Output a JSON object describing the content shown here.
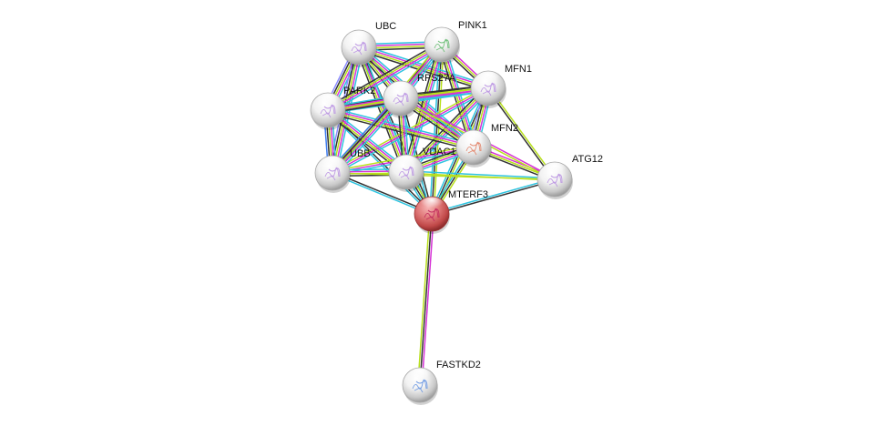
{
  "diagram": {
    "type": "protein-interaction-network",
    "edge_colors": {
      "neighborhood": "#2ec4e0",
      "experiments": "#d633d6",
      "textmining": "#b8e01c",
      "coexpression": "#333333",
      "databases": "#3d7cf0",
      "homology": "#8c8cff"
    },
    "nodes": [
      {
        "id": "UBC",
        "label": "UBC",
        "query": false,
        "structure": "#b58be0"
      },
      {
        "id": "PINK1",
        "label": "PINK1",
        "query": false,
        "structure": "#5fb86b"
      },
      {
        "id": "MFN1",
        "label": "MFN1",
        "query": false,
        "structure": "#b58be0"
      },
      {
        "id": "PARK2",
        "label": "PARK2",
        "query": false,
        "structure": "#b58be0"
      },
      {
        "id": "RPS27A",
        "label": "RPS27A",
        "query": false,
        "structure": "#b58be0"
      },
      {
        "id": "MFN2",
        "label": "MFN2",
        "query": false,
        "structure": "#e07b5f"
      },
      {
        "id": "UBB",
        "label": "UBB",
        "query": false,
        "structure": "#b58be0"
      },
      {
        "id": "VDAC1",
        "label": "VDAC1",
        "query": false,
        "structure": "#b58be0"
      },
      {
        "id": "ATG12",
        "label": "ATG12",
        "query": false,
        "structure": "#b58be0"
      },
      {
        "id": "MTERF3",
        "label": "MTERF3",
        "query": true,
        "structure": "#c0245a"
      },
      {
        "id": "FASTKD2",
        "label": "FASTKD2",
        "query": false,
        "structure": "#5f8fe0"
      }
    ],
    "edges": [
      {
        "a": "MTERF3",
        "b": "FASTKD2",
        "types": [
          "experiments",
          "coexpression",
          "textmining"
        ]
      },
      {
        "a": "MTERF3",
        "b": "UBC",
        "types": [
          "neighborhood",
          "coexpression"
        ]
      },
      {
        "a": "MTERF3",
        "b": "PINK1",
        "types": [
          "neighborhood",
          "coexpression",
          "textmining"
        ]
      },
      {
        "a": "MTERF3",
        "b": "MFN1",
        "types": [
          "neighborhood",
          "coexpression",
          "textmining"
        ]
      },
      {
        "a": "MTERF3",
        "b": "PARK2",
        "types": [
          "neighborhood",
          "coexpression"
        ]
      },
      {
        "a": "MTERF3",
        "b": "RPS27A",
        "types": [
          "neighborhood",
          "coexpression"
        ]
      },
      {
        "a": "MTERF3",
        "b": "MFN2",
        "types": [
          "neighborhood",
          "coexpression",
          "textmining"
        ]
      },
      {
        "a": "MTERF3",
        "b": "UBB",
        "types": [
          "neighborhood",
          "coexpression"
        ]
      },
      {
        "a": "MTERF3",
        "b": "VDAC1",
        "types": [
          "neighborhood",
          "coexpression",
          "textmining"
        ]
      },
      {
        "a": "MTERF3",
        "b": "ATG12",
        "types": [
          "neighborhood",
          "coexpression"
        ]
      },
      {
        "a": "UBC",
        "b": "PINK1",
        "types": [
          "neighborhood",
          "experiments",
          "textmining",
          "coexpression"
        ]
      },
      {
        "a": "UBC",
        "b": "MFN1",
        "types": [
          "neighborhood",
          "experiments",
          "textmining",
          "coexpression"
        ]
      },
      {
        "a": "UBC",
        "b": "PARK2",
        "types": [
          "neighborhood",
          "experiments",
          "textmining",
          "coexpression",
          "homology"
        ]
      },
      {
        "a": "UBC",
        "b": "RPS27A",
        "types": [
          "neighborhood",
          "experiments",
          "textmining",
          "coexpression"
        ]
      },
      {
        "a": "UBC",
        "b": "MFN2",
        "types": [
          "neighborhood",
          "experiments",
          "textmining",
          "coexpression"
        ]
      },
      {
        "a": "UBC",
        "b": "UBB",
        "types": [
          "neighborhood",
          "experiments",
          "textmining",
          "coexpression",
          "homology"
        ]
      },
      {
        "a": "UBC",
        "b": "VDAC1",
        "types": [
          "neighborhood",
          "experiments",
          "textmining",
          "coexpression"
        ]
      },
      {
        "a": "PINK1",
        "b": "MFN1",
        "types": [
          "experiments",
          "textmining",
          "coexpression"
        ]
      },
      {
        "a": "PINK1",
        "b": "PARK2",
        "types": [
          "neighborhood",
          "experiments",
          "textmining",
          "coexpression"
        ]
      },
      {
        "a": "PINK1",
        "b": "RPS27A",
        "types": [
          "neighborhood",
          "experiments",
          "textmining",
          "coexpression"
        ]
      },
      {
        "a": "PINK1",
        "b": "MFN2",
        "types": [
          "neighborhood",
          "experiments",
          "textmining",
          "coexpression"
        ]
      },
      {
        "a": "PINK1",
        "b": "UBB",
        "types": [
          "neighborhood",
          "experiments",
          "textmining"
        ]
      },
      {
        "a": "PINK1",
        "b": "VDAC1",
        "types": [
          "neighborhood",
          "experiments",
          "textmining",
          "coexpression"
        ]
      },
      {
        "a": "MFN1",
        "b": "PARK2",
        "types": [
          "neighborhood",
          "experiments",
          "textmining",
          "coexpression"
        ]
      },
      {
        "a": "MFN1",
        "b": "RPS27A",
        "types": [
          "neighborhood",
          "experiments",
          "textmining",
          "coexpression"
        ]
      },
      {
        "a": "MFN1",
        "b": "MFN2",
        "types": [
          "neighborhood",
          "experiments",
          "textmining",
          "coexpression",
          "homology"
        ]
      },
      {
        "a": "MFN1",
        "b": "UBB",
        "types": [
          "neighborhood",
          "experiments",
          "textmining"
        ]
      },
      {
        "a": "MFN1",
        "b": "VDAC1",
        "types": [
          "neighborhood",
          "experiments",
          "textmining",
          "coexpression"
        ]
      },
      {
        "a": "MFN1",
        "b": "ATG12",
        "types": [
          "textmining",
          "coexpression"
        ]
      },
      {
        "a": "PARK2",
        "b": "RPS27A",
        "types": [
          "neighborhood",
          "experiments",
          "textmining",
          "coexpression"
        ]
      },
      {
        "a": "PARK2",
        "b": "MFN2",
        "types": [
          "neighborhood",
          "experiments",
          "textmining",
          "coexpression"
        ]
      },
      {
        "a": "PARK2",
        "b": "UBB",
        "types": [
          "neighborhood",
          "experiments",
          "textmining",
          "coexpression",
          "databases"
        ]
      },
      {
        "a": "PARK2",
        "b": "VDAC1",
        "types": [
          "neighborhood",
          "experiments",
          "textmining",
          "coexpression"
        ]
      },
      {
        "a": "RPS27A",
        "b": "MFN2",
        "types": [
          "neighborhood",
          "experiments",
          "textmining",
          "coexpression"
        ]
      },
      {
        "a": "RPS27A",
        "b": "UBB",
        "types": [
          "neighborhood",
          "experiments",
          "textmining",
          "coexpression",
          "databases"
        ]
      },
      {
        "a": "RPS27A",
        "b": "VDAC1",
        "types": [
          "neighborhood",
          "experiments",
          "textmining",
          "coexpression"
        ]
      },
      {
        "a": "MFN2",
        "b": "UBB",
        "types": [
          "neighborhood",
          "experiments",
          "textmining"
        ]
      },
      {
        "a": "MFN2",
        "b": "VDAC1",
        "types": [
          "neighborhood",
          "experiments",
          "textmining",
          "coexpression"
        ]
      },
      {
        "a": "MFN2",
        "b": "ATG12",
        "types": [
          "experiments",
          "textmining",
          "coexpression"
        ]
      },
      {
        "a": "UBB",
        "b": "VDAC1",
        "types": [
          "neighborhood",
          "experiments",
          "textmining",
          "coexpression"
        ]
      },
      {
        "a": "VDAC1",
        "b": "ATG12",
        "types": [
          "neighborhood",
          "textmining"
        ]
      },
      {
        "a": "RPS27A",
        "b": "ATG12",
        "types": [
          "experiments",
          "textmining"
        ]
      },
      {
        "a": "UBB",
        "b": "ATG12",
        "types": [
          "textmining"
        ]
      }
    ]
  }
}
